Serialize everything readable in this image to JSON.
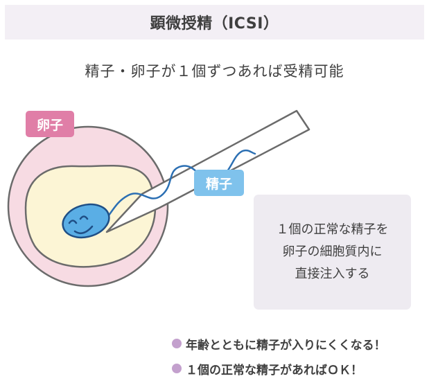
{
  "title": "顕微授精（ICSI）",
  "subtitle": "精子・卵子が１個ずつあれば受精可能",
  "labels": {
    "egg": "卵子",
    "sperm": "精子"
  },
  "info_box": {
    "lines": [
      "１個の正常な精子を",
      "卵子の細胞質内に",
      "直接注入する"
    ]
  },
  "bullets": [
    "年齢とともに精子が入りにくくなる！",
    "１個の正常な精子があればＯＫ！"
  ],
  "colors": {
    "egg_label": "#e07ea7",
    "sperm_label": "#7fc2ec",
    "bullet_dot": "#c3a0cd",
    "egg_outer": "#f7dbe3",
    "egg_inner": "#fcf5d5",
    "sperm_head": "#5aaee5"
  }
}
